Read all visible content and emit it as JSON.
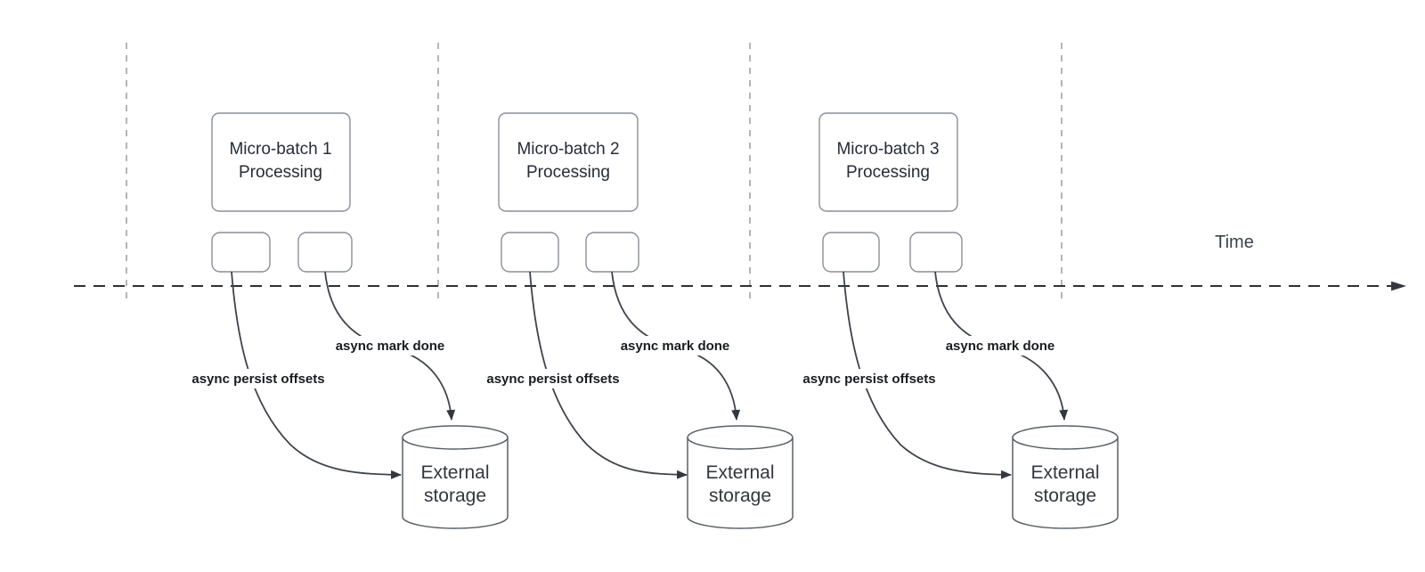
{
  "diagram": {
    "timeline_label": "Time",
    "colors": {
      "background": "#ffffff",
      "timeline_line": "#2e3133",
      "guide_line": "#b5b5b5",
      "connector_line": "#3f444c",
      "node_border": "#8a8e98",
      "cylinder_border": "#596066",
      "node_text": "#262c36",
      "annotation_text": "#191c1f"
    },
    "groups": [
      {
        "process_line1": "Micro-batch 1",
        "process_line2": "Processing",
        "persist_label": "async persist offsets",
        "mark_done_label": "async mark done",
        "storage_line1": "External",
        "storage_line2": "storage"
      },
      {
        "process_line1": "Micro-batch 2",
        "process_line2": "Processing",
        "persist_label": "async persist offsets",
        "mark_done_label": "async mark done",
        "storage_line1": "External",
        "storage_line2": "storage"
      },
      {
        "process_line1": "Micro-batch 3",
        "process_line2": "Processing",
        "persist_label": "async persist offsets",
        "mark_done_label": "async mark done",
        "storage_line1": "External",
        "storage_line2": "storage"
      }
    ]
  }
}
